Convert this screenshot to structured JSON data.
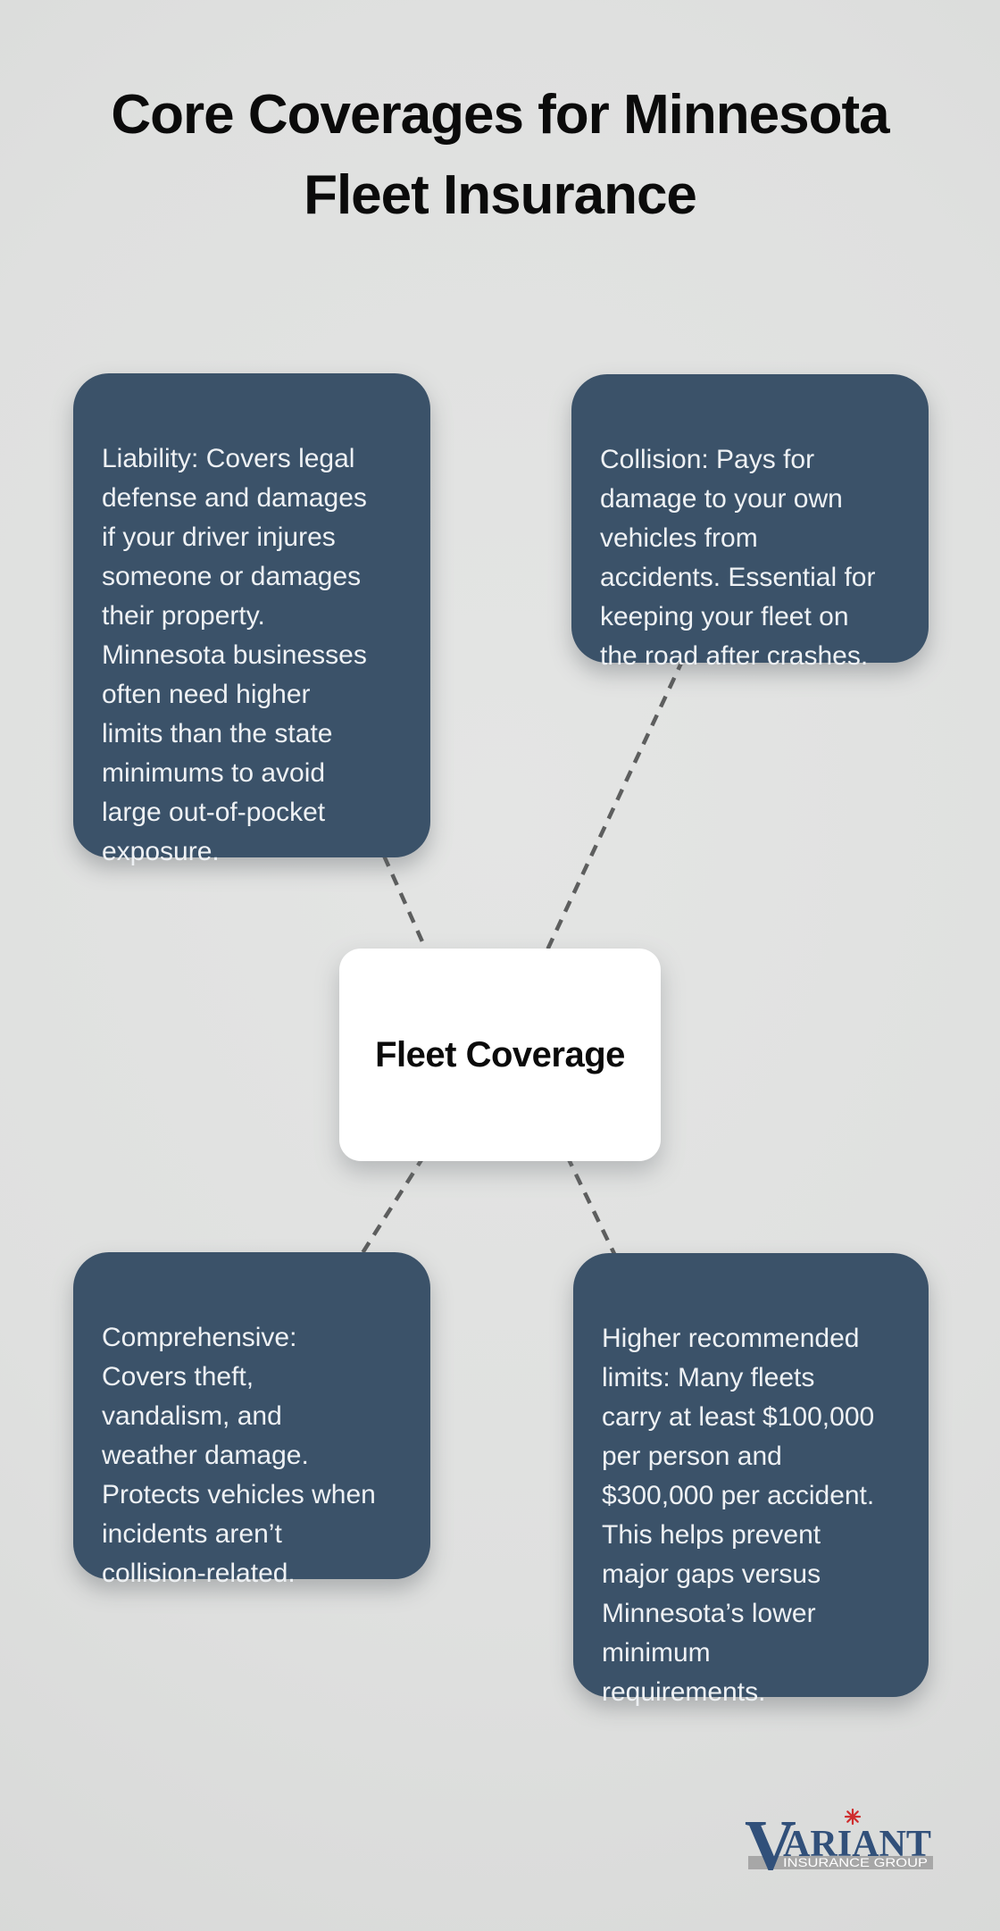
{
  "title": "Core Coverages for Minnesota\nFleet Insurance",
  "center_node": {
    "label": "Fleet Coverage"
  },
  "nodes": {
    "liability": {
      "text": "Liability: Covers legal\ndefense and damages\nif your driver injures\nsomeone or damages\ntheir property.\nMinnesota businesses\noften need higher\nlimits than the state\nminimums to avoid\nlarge out-of-pocket\nexposure."
    },
    "collision": {
      "text": "Collision: Pays for\ndamage to your own\nvehicles from\naccidents. Essential for\nkeeping your fleet on\nthe road after crashes."
    },
    "comprehensive": {
      "text": "Comprehensive:\nCovers theft,\nvandalism, and\nweather damage.\nProtects vehicles when\nincidents aren’t\ncollision-related."
    },
    "higher_limits": {
      "text": "Higher recommended\nlimits: Many fleets\ncarry at least $100,000\nper person and\n$300,000 per accident.\nThis helps prevent\nmajor gaps versus\nMinnesota’s lower\nminimum\nrequirements."
    }
  },
  "logo": {
    "brand_initial": "V",
    "brand_rest": "ARIANT",
    "tagline": "INSURANCE GROUP"
  },
  "colors": {
    "background": "#dfe0df",
    "node_bg": "#3b5269",
    "node_text": "#eef1f4",
    "title_text": "#0b0b0b",
    "connector": "#5d5e5e",
    "logo_navy": "#31507a",
    "logo_red": "#cf2e2e",
    "logo_banner_gray": "#a7a7a7",
    "logo_tagline_text": "#ffffff"
  }
}
